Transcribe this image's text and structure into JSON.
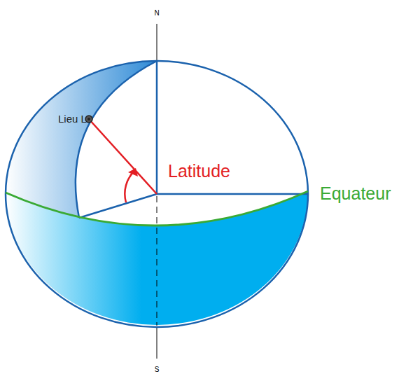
{
  "diagram": {
    "labels": [
      "N",
      "Lieu L",
      "Latitude",
      "Equateur",
      "S"
    ]
  }
}
